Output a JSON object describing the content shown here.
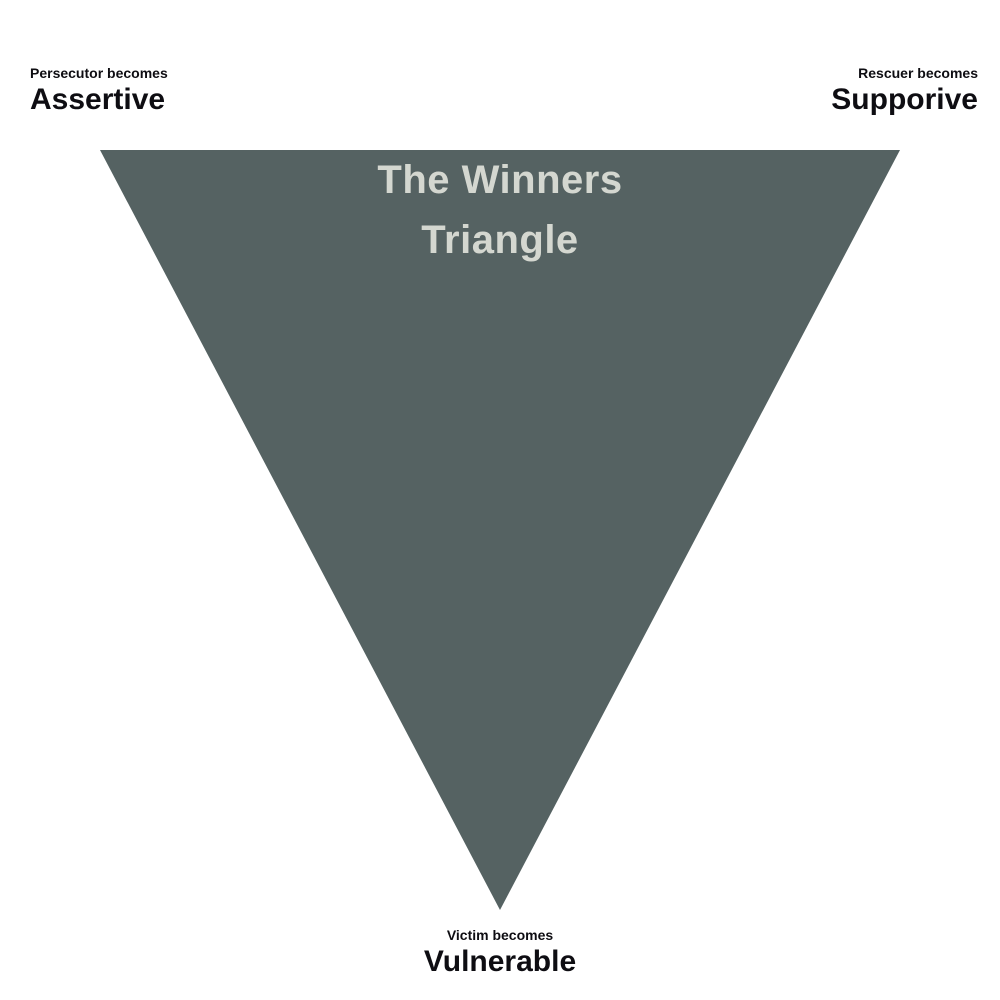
{
  "diagram": {
    "title_line1": "The Winners",
    "title_line2": "Triangle",
    "corners": {
      "top_left": {
        "becomes": "Persecutor becomes",
        "role": "Assertive"
      },
      "top_right": {
        "becomes": "Rescuer becomes",
        "role": "Supporive"
      },
      "bottom": {
        "becomes": "Victim becomes",
        "role": "Vulnerable"
      }
    }
  },
  "colors": {
    "background": "#ffffff",
    "triangle_fill": "#556262",
    "title_text": "#d4d7d0",
    "label_text": "#0e0d12"
  }
}
